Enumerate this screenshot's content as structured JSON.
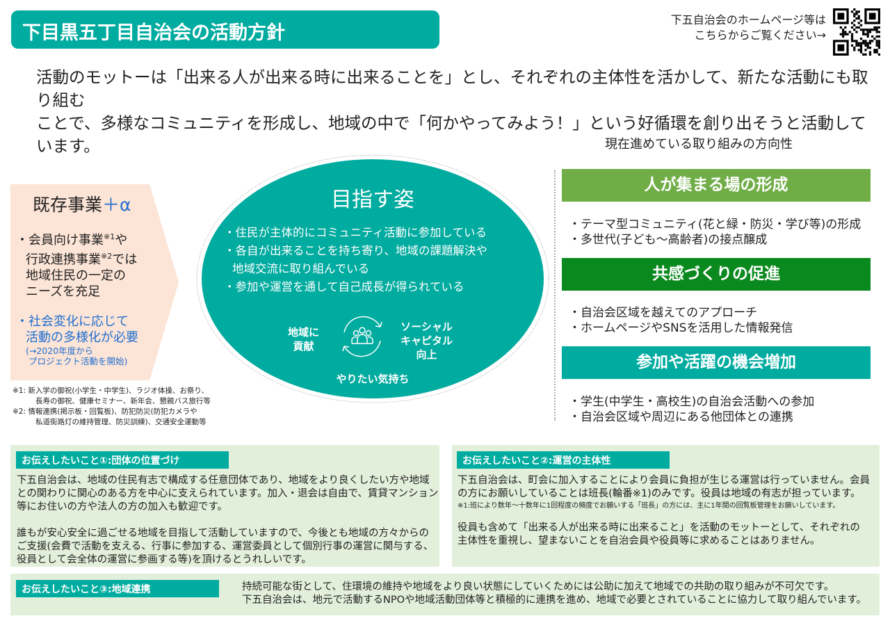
{
  "title": "下目黒五丁目自治会の活動方針",
  "qr": {
    "line1": "下五自治会のホームページ等は",
    "line2": "こちらからご覧ください→"
  },
  "motto": [
    "活動のモットーは「出来る人が出来る時に出来ることを」とし、それぞれの主体性を活かして、新たな活動にも取り組む",
    "ことで、多様なコミュニティを形成し、地域の中で「何かやってみよう！」という好循環を創り出そうと活動しています。"
  ],
  "left": {
    "heading": "既存事業",
    "plus": "＋α",
    "b1": [
      "・会員向け事業",
      "※1",
      "や",
      "行政連携事業",
      "※2",
      "では",
      "地域住民の一定の",
      "ニーズを充足"
    ],
    "b2": [
      "・社会変化に応じて",
      "活動の多様化が必要"
    ],
    "b2note": [
      "(→2020年度から",
      "プロジェクト活動を開始)"
    ],
    "notes": [
      "※1:  新入学の御祝(小学生・中学生)、ラジオ体操、お祭り、",
      "長寿の御祝、健康セミナー、新年会、懇親バス旅行等",
      "※2:  情報連携(掲示板・回覧板)、防犯防災(防犯カメラや",
      "私道街路灯の維持管理、防災訓練)、交通安全運動等"
    ]
  },
  "center": {
    "heading": "目指す姿",
    "items": [
      "・住民が主体的にコミュニティ活動に参加している",
      "・各自が出来ることを持ち寄り、地域の課題解決や",
      "地域交流に取り組んでいる",
      "・参加や運営を通して自己成長が得られている"
    ],
    "cycle_left": [
      "地域に",
      "貢献"
    ],
    "cycle_right": [
      "ソーシャル",
      "キャピタル",
      "向上"
    ],
    "cycle_bottom": "やりたい気持ち"
  },
  "right": {
    "heading": "現在進めている取り組みの方向性",
    "sections": [
      {
        "title": "人が集まる場の形成",
        "color": "#70ad47",
        "items": [
          "・テーマ型コミュニティ(花と緑・防災・学び等)の形成",
          "・多世代(子ども～高齢者)の接点醸成"
        ]
      },
      {
        "title": "共感づくりの促進",
        "color": "#0a8a1e",
        "items": [
          "・自治会区域を越えてのアプローチ",
          "・ホームページやSNSを活用した情報発信"
        ]
      },
      {
        "title": "参加や活躍の機会増加",
        "color": "#00ab9f",
        "items": [
          "・学生(中学生・高校生)の自治会活動への参加",
          "・自治会区域や周辺にある他団体との連携"
        ]
      }
    ]
  },
  "panels": [
    {
      "tag": "お伝えしたいこと①:団体の位置づけ",
      "p1": [
        "下五自治会は、地域の住民有志で構成する任意団体であり、地域をより良くしたい方や地域",
        "との関わりに関心のある方を中心に支えられています。加入・退会は自由で、賃貸マンション",
        "等にお住いの方や法人の方の加入も歓迎です。"
      ],
      "p2": [
        "誰もが安心安全に過ごせる地域を目指して活動していますので、今後とも地域の方々からの",
        "ご支援(会費で活動を支える、行事に参加する、運営委員として個別行事の運営に関与する、",
        "役員として会全体の運営に参画する等)を頂けるとうれしいです。"
      ]
    },
    {
      "tag": "お伝えしたいこと②:運営の主体性",
      "p1": [
        "下五自治会は、町会に加入することにより会員に負担が生じる運営は行っていません。会員",
        "の方にお願いしていることは班長(輪番※1)のみです。役員は地域の有志が担っています。"
      ],
      "note": "※1:班により数年～十数年に1回程度の頻度でお願いする「班長」の方には、主に1年間の回覧板管理をお願いしています。",
      "p2": [
        "役員も含めて「出来る人が出来る時に出来ること」を活動のモットーとして、それぞれの",
        "主体性を重視し、望まないことを自治会員や役員等に求めることはありません。"
      ]
    },
    {
      "tag": "お伝えしたいこと③:地域連携",
      "p1": [
        "持続可能な街として、住環境の維持や地域をより良い状態にしていくためには公助に加えて地域での共助の取り組みが不可欠です。",
        "下五自治会は、地元で活動するNPOや地域活動団体等と積極的に連携を進め、地域で必要とされていることに協力して取り組んでいます。"
      ]
    }
  ]
}
